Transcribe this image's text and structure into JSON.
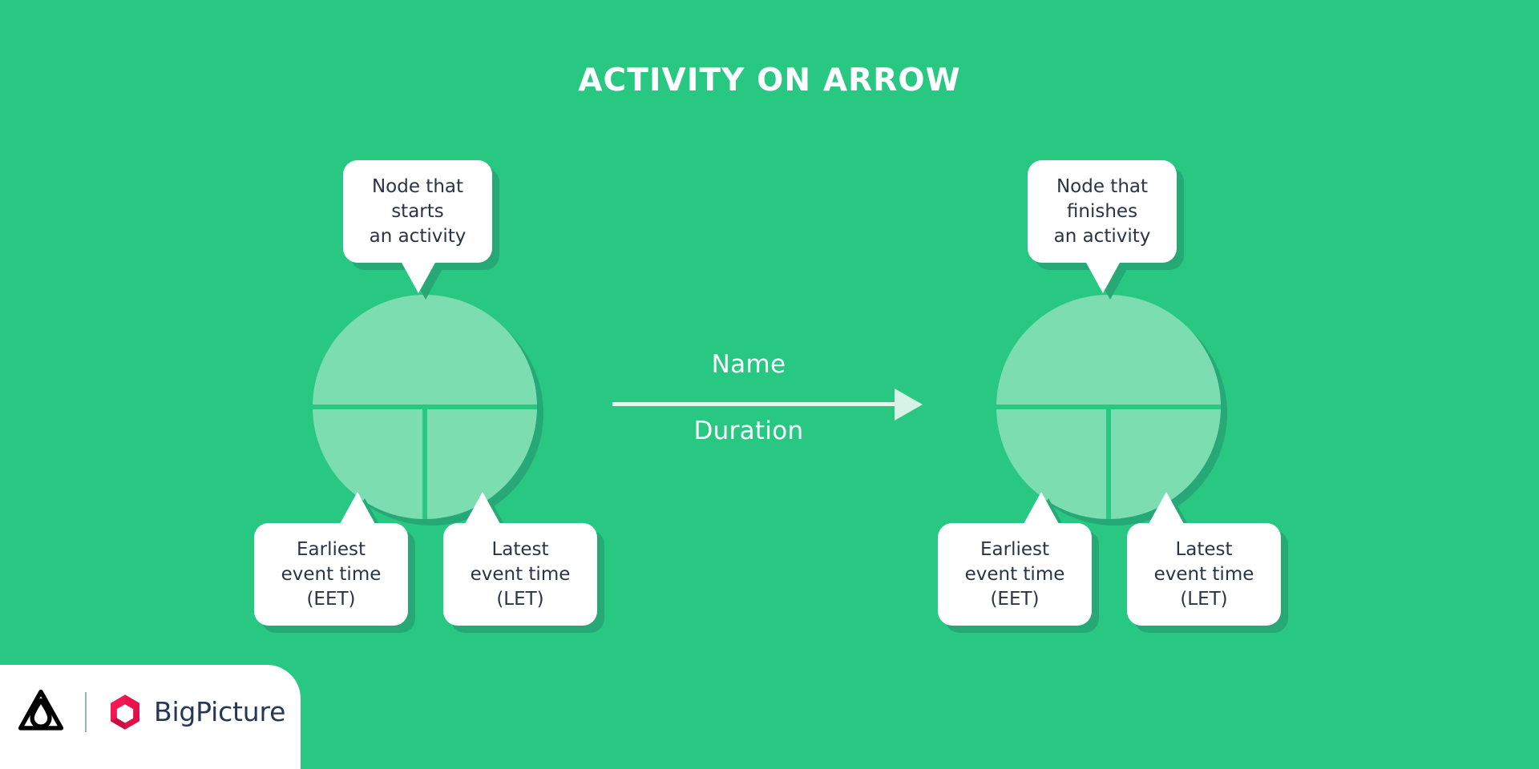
{
  "diagram": {
    "title": "ACTIVITY ON ARROW",
    "background_color": "#28C883",
    "node_fill_color": "#7CDDB0",
    "shadow_color": "#27A877",
    "callout_bg_color": "#FFFFFF",
    "callout_text_color": "#2A3446",
    "arrow_color": "#E2F6EC",
    "title_color": "#FFFFFF",
    "brand_accent_color": "#E6124C"
  },
  "nodes": [
    {
      "id": "start-node",
      "top_callout": "Node that\nstarts\nan activity",
      "bottom_left_callout": "Earliest\nevent time\n(EET)",
      "bottom_right_callout": "Latest\nevent time\n(LET)"
    },
    {
      "id": "finish-node",
      "top_callout": "Node that\nfinishes\nan activity",
      "bottom_left_callout": "Earliest\nevent time\n(EET)",
      "bottom_right_callout": "Latest\nevent time\n(LET)"
    }
  ],
  "arrow": {
    "label_above": "Name",
    "label_below": "Duration"
  },
  "brand": {
    "appfire_icon": "appfire-triangle-icon",
    "bigpicture_icon": "bigpicture-hexagon-icon",
    "wordmark": "BigPicture"
  }
}
